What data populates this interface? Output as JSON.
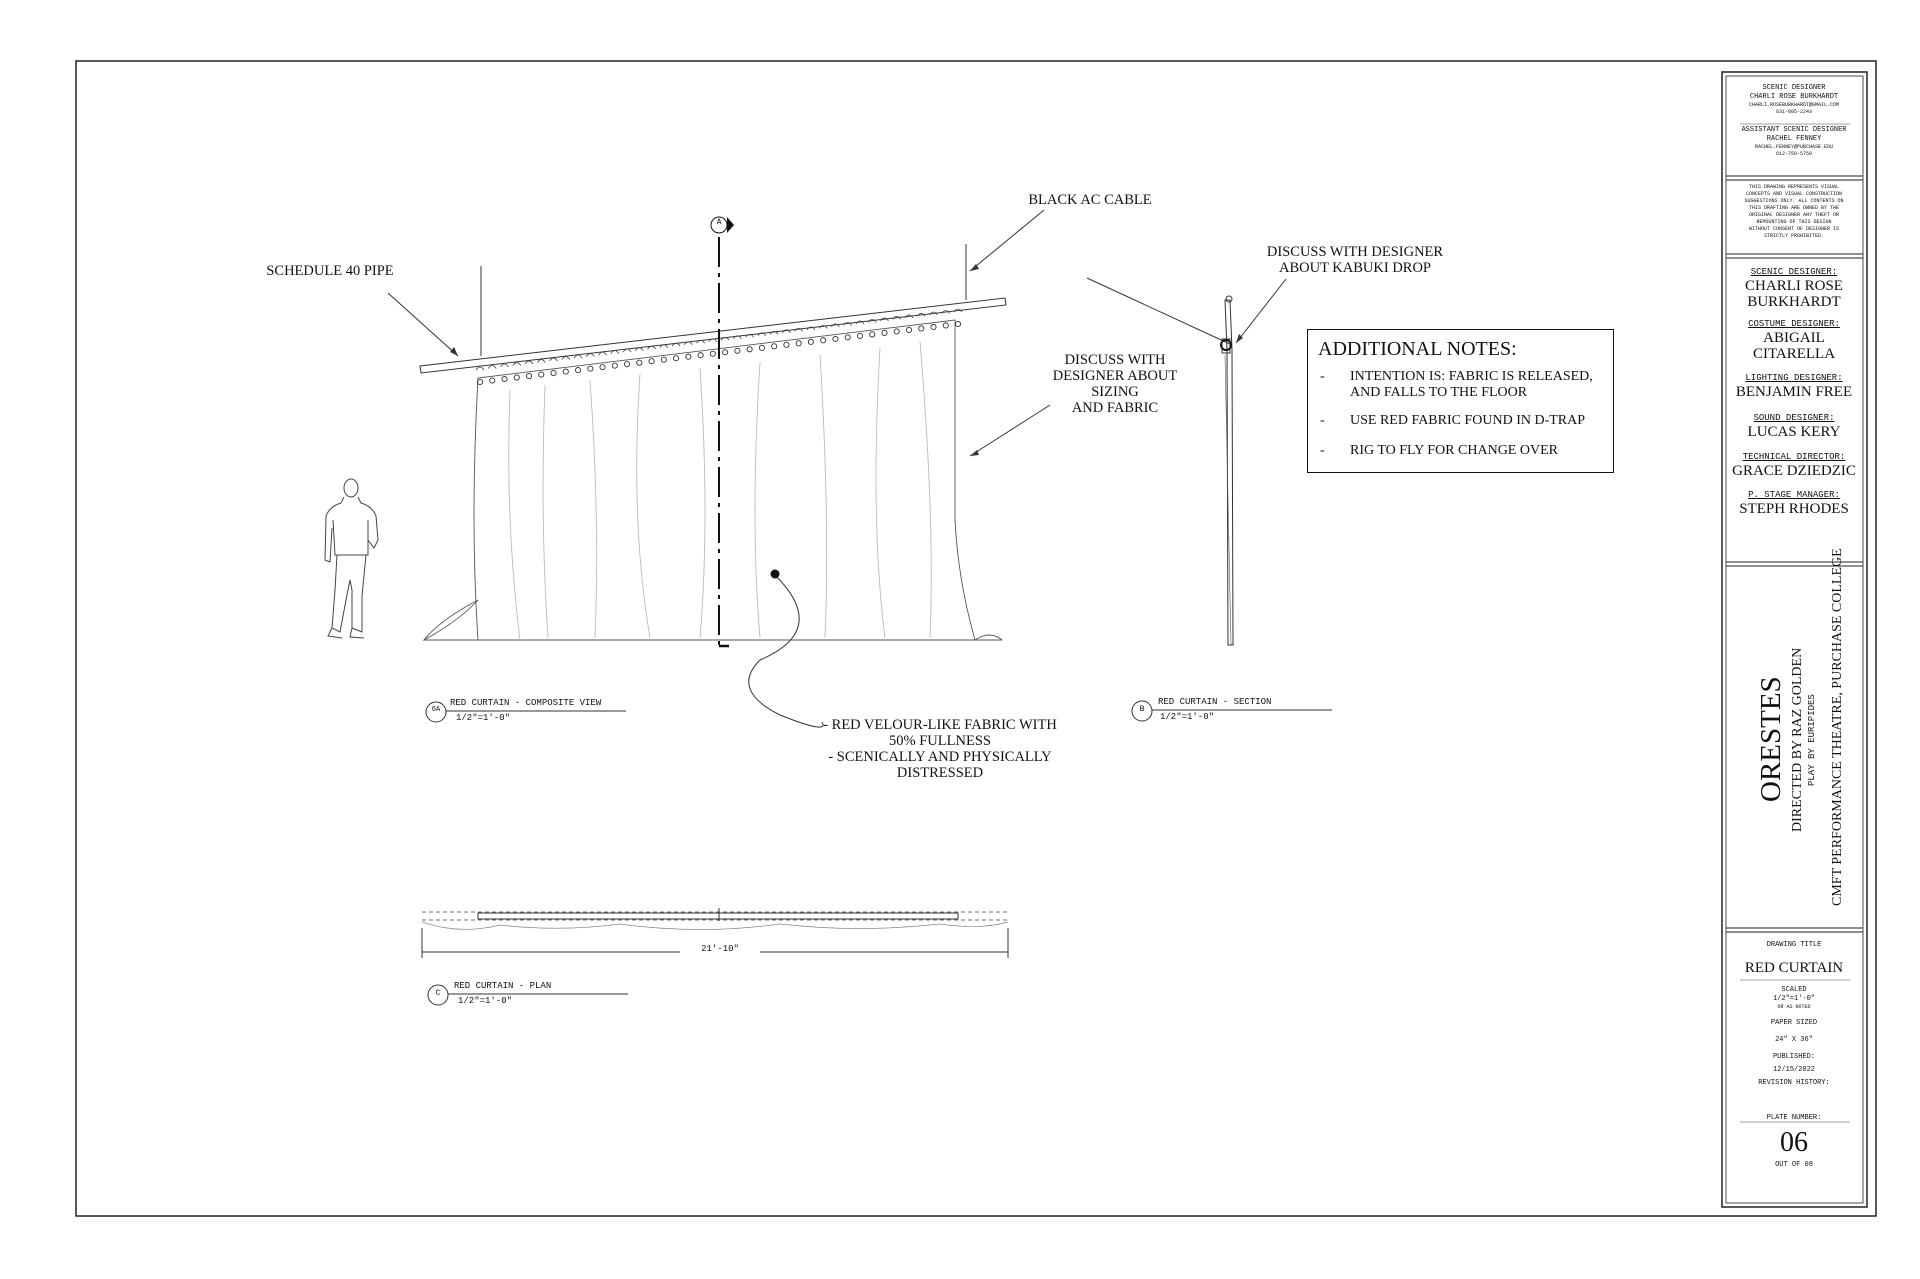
{
  "annotations": {
    "schedule_pipe": "SCHEDULE 40 PIPE",
    "black_cable": "BLACK AC CABLE",
    "discuss_sizing": [
      "DISCUSS WITH",
      "DESIGNER ABOUT",
      "SIZING",
      "AND FABRIC"
    ],
    "discuss_kabuki": [
      "DISCUSS WITH DESIGNER",
      "ABOUT KABUKI DROP"
    ],
    "fabric_note": [
      "- RED VELOUR-LIKE FABRIC WITH",
      "50% FULLNESS",
      "- SCENICALLY AND PHYSICALLY",
      "DISTRESSED"
    ],
    "section_marker": "A",
    "plan_dimension": "21'-10\""
  },
  "additional_notes": {
    "title": "ADDITIONAL NOTES:",
    "items": [
      [
        "INTENTION IS: FABRIC IS RELEASED,",
        "AND FALLS TO THE FLOOR"
      ],
      [
        "USE RED FABRIC FOUND IN D-TRAP"
      ],
      [
        "RIG TO FLY FOR CHANGE OVER"
      ]
    ]
  },
  "view_labels": [
    {
      "id": "6A",
      "title": "RED CURTAIN - COMPOSITE VIEW",
      "scale": "1/2\"=1'-0\""
    },
    {
      "id": "B",
      "title": "RED CURTAIN - SECTION",
      "scale": "1/2\"=1'-0\""
    },
    {
      "id": "C",
      "title": "RED CURTAIN - PLAN",
      "scale": "1/2\"=1'-0\""
    }
  ],
  "title_block": {
    "scenic_designer_label": "SCENIC DESIGNER",
    "scenic_designer_name": "CHARLI ROSE BURKHARDT",
    "scenic_designer_email": "CHARLI.ROSEBURKHARDT@GMAIL.COM",
    "scenic_designer_phone": "631-805-2243",
    "assistant_label": "ASSISTANT SCENIC DESIGNER",
    "assistant_name": "RACHEL FENNEY",
    "assistant_email": "RACHEL.FENNEY@PURCHASE.EDU",
    "assistant_phone": "612-750-5750",
    "disclaimer": [
      "THIS DRAWING REPRESENTS VISUAL",
      "CONCEPTS AND VISUAL CONSTRUCTION",
      "SUGGESTIONS ONLY. ALL CONTENTS ON",
      "THIS DRAFTING ARE OWNED BY THE",
      "ORIGINAL DESIGNER ANY THEFT OR",
      "REMOUNTING OF THIS DESIGN",
      "WITHOUT CONSENT OF DESIGNER IS",
      "STRICTLY PROHIBITED."
    ],
    "credits": [
      {
        "role": "SCENIC DESIGNER:",
        "name": [
          "CHARLI ROSE",
          "BURKHARDT"
        ]
      },
      {
        "role": "COSTUME DESIGNER:",
        "name": [
          "ABIGAIL",
          "CITARELLA"
        ]
      },
      {
        "role": "LIGHTING DESIGNER:",
        "name": [
          "BENJAMIN FREE"
        ]
      },
      {
        "role": "SOUND DESIGNER:",
        "name": [
          "LUCAS KERY"
        ]
      },
      {
        "role": "TECHNICAL DIRECTOR:",
        "name": [
          "GRACE DZIEDZIC"
        ]
      },
      {
        "role": "P. STAGE MANAGER:",
        "name": [
          "STEPH RHODES"
        ]
      }
    ],
    "show_title": "ORESTES",
    "directed_by": "DIRECTED BY RAZ GOLDEN",
    "play_by": "PLAY BY EURIPIDES",
    "venue": "CMFT PERFORMANCE THEATRE, PURCHASE COLLEGE",
    "drawing_title_label": "DRAWING TITLE",
    "drawing_title": "RED CURTAIN",
    "scaled_label": "SCALED",
    "scaled_value": "1/2\"=1'-0\"",
    "scaled_note": "OR AS NOTED",
    "paper_label": "PAPER SIZED",
    "paper_value": "24\" X 36\"",
    "published_label": "PUBLISHED:",
    "published_value": "12/15/2022",
    "revision_label": "REVISION HISTORY:",
    "plate_label": "PLATE NUMBER:",
    "plate_number": "06",
    "plate_total": "OUT OF 08"
  }
}
